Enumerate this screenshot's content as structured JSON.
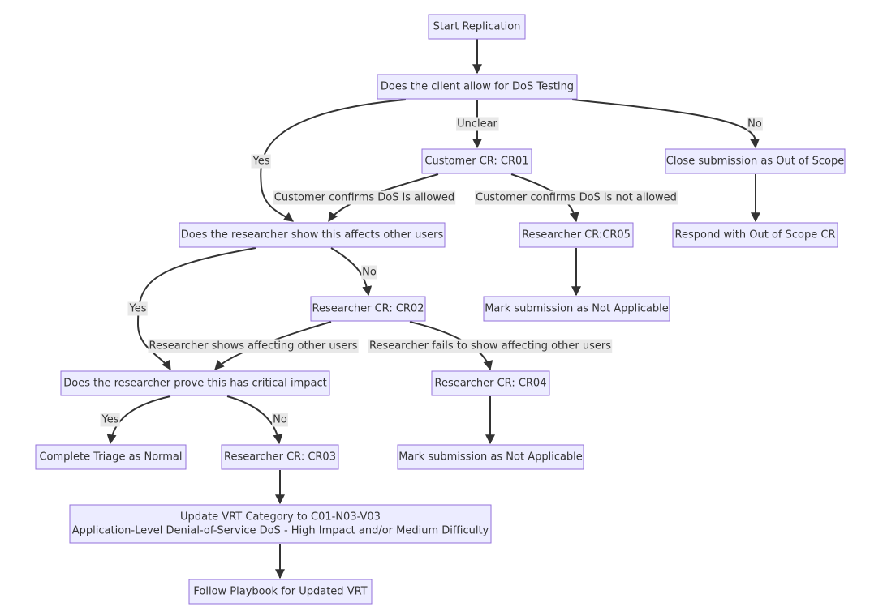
{
  "diagram": {
    "type": "flowchart",
    "nodes": [
      {
        "id": "start",
        "lines": [
          "Start Replication"
        ]
      },
      {
        "id": "dos_testing",
        "lines": [
          "Does the client allow for DoS Testing"
        ]
      },
      {
        "id": "cr01",
        "lines": [
          "Customer CR: CR01"
        ]
      },
      {
        "id": "close_oos",
        "lines": [
          "Close submission as Out of Scope"
        ]
      },
      {
        "id": "affects_users",
        "lines": [
          "Does the researcher show this affects other users"
        ]
      },
      {
        "id": "cr05",
        "lines": [
          "Researcher CR:CR05"
        ]
      },
      {
        "id": "respond_oos",
        "lines": [
          "Respond with Out of Scope CR"
        ]
      },
      {
        "id": "cr02",
        "lines": [
          "Researcher CR: CR02"
        ]
      },
      {
        "id": "na_1",
        "lines": [
          "Mark submission as Not Applicable"
        ]
      },
      {
        "id": "critical_impact",
        "lines": [
          "Does the researcher prove this has critical impact"
        ]
      },
      {
        "id": "cr04",
        "lines": [
          "Researcher CR: CR04"
        ]
      },
      {
        "id": "triage_normal",
        "lines": [
          "Complete Triage as Normal"
        ]
      },
      {
        "id": "cr03",
        "lines": [
          "Researcher CR: CR03"
        ]
      },
      {
        "id": "na_2",
        "lines": [
          "Mark submission as Not Applicable"
        ]
      },
      {
        "id": "update_vrt",
        "lines": [
          "Update VRT Category to C01-N03-V03",
          "Application-Level Denial-of-Service DoS - High Impact and/or Medium Difficulty"
        ]
      },
      {
        "id": "playbook",
        "lines": [
          "Follow Playbook for Updated VRT"
        ]
      }
    ],
    "edges": [
      {
        "from": "start",
        "to": "dos_testing",
        "label": ""
      },
      {
        "from": "dos_testing",
        "to": "affects_users",
        "label": "Yes"
      },
      {
        "from": "dos_testing",
        "to": "cr01",
        "label": "Unclear"
      },
      {
        "from": "dos_testing",
        "to": "close_oos",
        "label": "No"
      },
      {
        "from": "cr01",
        "to": "affects_users",
        "label": "Customer confirms DoS is allowed"
      },
      {
        "from": "cr01",
        "to": "cr05",
        "label": "Customer confirms DoS is not allowed"
      },
      {
        "from": "close_oos",
        "to": "respond_oos",
        "label": ""
      },
      {
        "from": "cr05",
        "to": "na_1",
        "label": ""
      },
      {
        "from": "affects_users",
        "to": "critical_impact",
        "label": "Yes"
      },
      {
        "from": "affects_users",
        "to": "cr02",
        "label": "No"
      },
      {
        "from": "cr02",
        "to": "critical_impact",
        "label": "Researcher shows affecting other users"
      },
      {
        "from": "cr02",
        "to": "cr04",
        "label": "Researcher fails to show affecting other users"
      },
      {
        "from": "cr04",
        "to": "na_2",
        "label": ""
      },
      {
        "from": "critical_impact",
        "to": "triage_normal",
        "label": "Yes"
      },
      {
        "from": "critical_impact",
        "to": "cr03",
        "label": "No"
      },
      {
        "from": "cr03",
        "to": "update_vrt",
        "label": ""
      },
      {
        "from": "update_vrt",
        "to": "playbook",
        "label": ""
      }
    ]
  }
}
